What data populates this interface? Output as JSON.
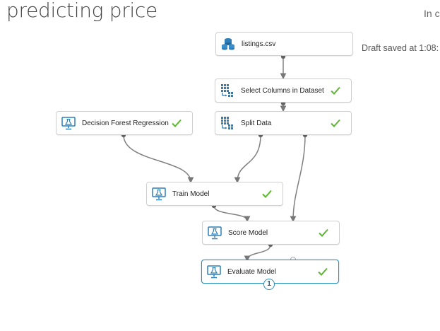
{
  "experiment": {
    "title": "predicting price",
    "status_right": "In c",
    "draft_status": "Draft saved at 1:08:"
  },
  "modules": {
    "listings": {
      "label": "listings.csv",
      "icon": "dataset-icon",
      "completed": false
    },
    "select_columns": {
      "label": "Select Columns in Dataset",
      "icon": "data-transform-icon",
      "completed": true
    },
    "decision_forest": {
      "label": "Decision Forest Regression",
      "icon": "ml-model-icon",
      "completed": true
    },
    "split_data": {
      "label": "Split Data",
      "icon": "data-transform-icon",
      "completed": true
    },
    "train_model": {
      "label": "Train Model",
      "icon": "ml-model-icon",
      "completed": true
    },
    "score_model": {
      "label": "Score Model",
      "icon": "ml-model-icon",
      "completed": true
    },
    "evaluate_model": {
      "label": "Evaluate Model",
      "icon": "ml-model-icon",
      "completed": true,
      "selected": true,
      "output_badge": "1"
    }
  },
  "colors": {
    "check": "#5cb82e",
    "selected_border": "#2d8cba",
    "connector": "#777777",
    "icon_blue": "#2e7fb8"
  }
}
